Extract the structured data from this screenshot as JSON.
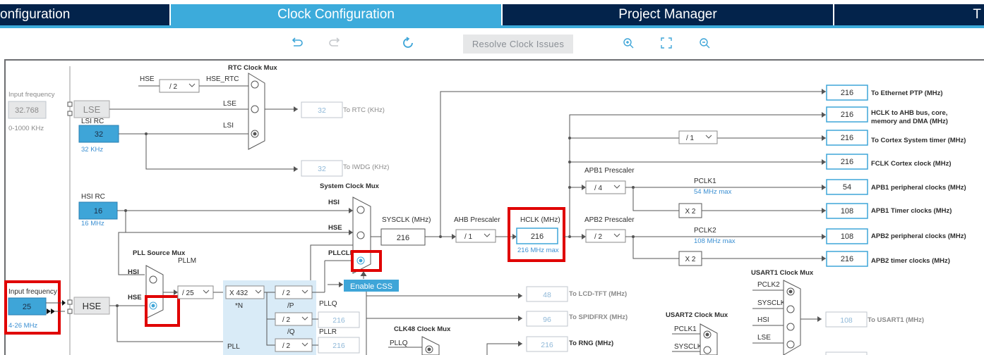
{
  "tabs": [
    {
      "label": "onfiguration",
      "active": false
    },
    {
      "label": "Clock Configuration",
      "active": true
    },
    {
      "label": "Project Manager",
      "active": false
    },
    {
      "label": "T",
      "active": false
    }
  ],
  "toolbar": {
    "resolve_label": "Resolve Clock Issues",
    "icons": [
      "undo-icon",
      "redo-icon",
      "reset-icon",
      "zoom-in-icon",
      "fit-icon",
      "zoom-out-icon"
    ]
  },
  "colors": {
    "nav": "#03234b",
    "accent": "#3cabdb",
    "highlight": "#e00000"
  },
  "lse": {
    "input_label": "Input frequency",
    "value": "32.768",
    "range": "0-1000 KHz",
    "block": "LSE"
  },
  "lsi": {
    "label": "LSI RC",
    "value": "32",
    "unit": "32 KHz"
  },
  "hsi": {
    "label": "HSI RC",
    "value": "16",
    "unit": "16 MHz"
  },
  "hse": {
    "input_label": "Input frequency",
    "value": "25",
    "range": "4-26 MHz",
    "block": "HSE"
  },
  "rtc_mux": {
    "title": "RTC Clock Mux",
    "hse_div": "/ 2",
    "hse_label": "HSE",
    "hse_rtc": "HSE_RTC",
    "lse": "LSE",
    "lsi": "LSI",
    "rtc_value": "32",
    "rtc_label": "To RTC (KHz)",
    "iwdg_value": "32",
    "iwdg_label": "To IWDG (KHz)"
  },
  "sys_mux": {
    "title": "System Clock Mux",
    "hsi": "HSI",
    "hse": "HSE",
    "pllclk": "PLLCLK",
    "css": "Enable CSS"
  },
  "sysclk": {
    "label": "SYSCLK (MHz)",
    "value": "216"
  },
  "ahb": {
    "label": "AHB Prescaler",
    "value": "/ 1"
  },
  "hclk": {
    "label": "HCLK (MHz)",
    "value": "216",
    "max": "216 MHz max"
  },
  "apb1": {
    "label": "APB1 Prescaler",
    "value": "/ 4",
    "pclk": "PCLK1",
    "pclk_max": "54 MHz max",
    "x2": "X 2"
  },
  "apb2": {
    "label": "APB2 Prescaler",
    "value": "/ 2",
    "pclk": "PCLK2",
    "pclk_max": "108 MHz max",
    "x2": "X 2"
  },
  "systimer_div": "/ 1",
  "outputs": [
    {
      "value": "216",
      "label": "To Ethernet PTP (MHz)"
    },
    {
      "value": "216",
      "label": "HCLK to AHB bus, core,",
      "label2": "memory and DMA (MHz)"
    },
    {
      "value": "216",
      "label": "To Cortex System timer (MHz)"
    },
    {
      "value": "216",
      "label": "FCLK Cortex clock (MHz)"
    },
    {
      "value": "54",
      "label": "APB1 peripheral clocks (MHz)"
    },
    {
      "value": "108",
      "label": "APB1 Timer clocks (MHz)"
    },
    {
      "value": "108",
      "label": "APB2 peripheral clocks (MHz)"
    },
    {
      "value": "216",
      "label": "APB2 timer clocks (MHz)"
    }
  ],
  "pll": {
    "src_title": "PLL Source Mux",
    "hsi": "HSI",
    "hse": "HSE",
    "pllm_label": "PLLM",
    "pllm": "/ 25",
    "n": "X 432",
    "n_label": "*N",
    "p": "/ 2",
    "p_label": "/P",
    "q": "/ 2",
    "q_label": "/Q",
    "r": "/ 2",
    "pllq_label": "PLLQ",
    "pllq_value": "216",
    "pllr_label": "PLLR",
    "pllr_value": "216",
    "pll_label": "PLL"
  },
  "lcd": {
    "value": "48",
    "label": "To LCD-TFT (MHz)"
  },
  "spdif": {
    "value": "96",
    "label": "To SPIDFRX (MHz)"
  },
  "rng": {
    "value": "216",
    "label": "To RNG (MHz)"
  },
  "clk48": {
    "title": "CLK48 Clock Mux",
    "pllq": "PLLQ"
  },
  "usart1": {
    "title": "USART1 Clock Mux",
    "inputs": [
      "PCLK2",
      "SYSCLK",
      "HSI",
      "LSE"
    ],
    "value": "108",
    "label": "To USART1 (MHz)"
  },
  "usart2": {
    "title": "USART2 Clock Mux",
    "inputs": [
      "PCLK1",
      "SYSCLK"
    ]
  }
}
